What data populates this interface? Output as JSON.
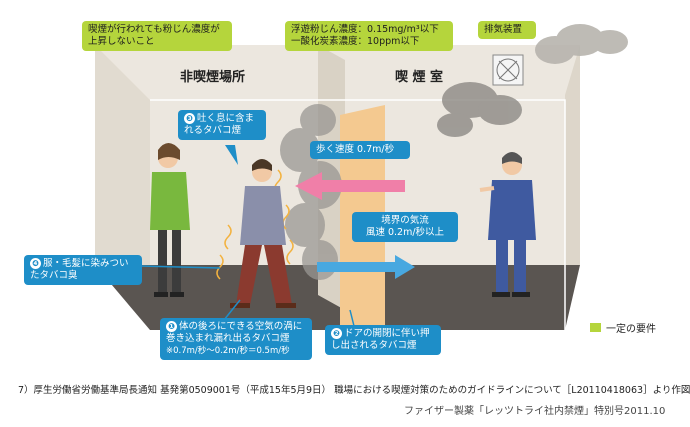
{
  "callouts": {
    "smoking_concentration": "喫煙が行われても粉じん濃度が上昇しないこと",
    "dust_limit": "浮遊粉じん濃度：0.15mg/m³以下",
    "co_limit": "一酸化炭素濃度：10ppm以下",
    "exhaust": "排気装置",
    "exhaled_num": "❸",
    "exhaled": "吐く息に含まれるタバコ煙",
    "walk_speed": "歩く速度 0.7m/秒",
    "boundary_line1": "境界の気流",
    "boundary_line2": "風速 0.2m/秒以上",
    "clothes_num": "❹",
    "clothes": "服・毛髪に染みついたタバコ臭",
    "vortex_num": "❶",
    "vortex_line1": "体の後ろにできる空気の渦に",
    "vortex_line2": "巻き込まれ漏れ出るタバコ煙",
    "vortex_line3": "※0.7m/秒〜0.2m/秒＝0.5m/秒",
    "door_num": "❷",
    "door": "ドアの開閉に伴い押し出されるタバコ煙"
  },
  "rooms": {
    "non_smoking": "非喫煙場所",
    "smoking": "喫 煙 室"
  },
  "legend": {
    "label": "一定の要件"
  },
  "footnote": "7）厚生労働省労働基準局長通知 基発第0509001号（平成15年5月9日） 職場における喫煙対策のためのガイドラインについて［L20110418063］より作図",
  "credit": "ファイザー製薬「レッツトライ社内禁煙」特別号2011.10",
  "colors": {
    "green": "#b5d53c",
    "blue": "#1e8ec8",
    "pink_arrow": "#f07fa8",
    "blue_arrow": "#48a8e0",
    "wall": "#e8e2d8",
    "floor": "#5a5551",
    "door": "#f4c990"
  }
}
